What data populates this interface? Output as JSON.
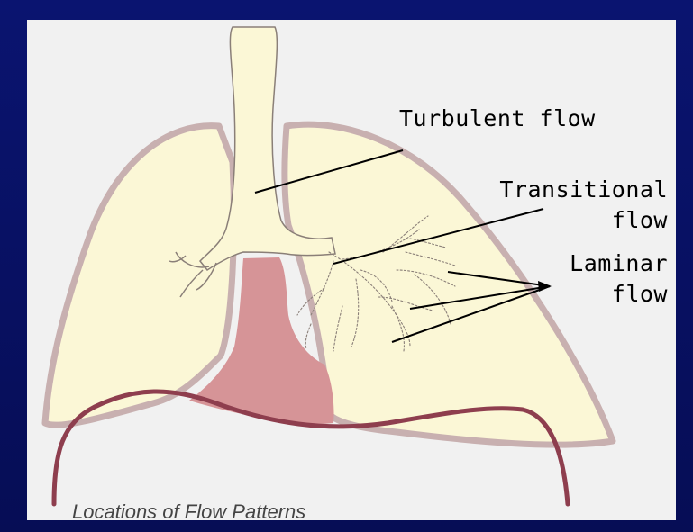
{
  "labels": {
    "turbulent_1": "Turbulent flow",
    "transitional_1": "Transitional",
    "transitional_2": "flow",
    "laminar_1": "Laminar",
    "laminar_2": "flow"
  },
  "caption": "Locations of Flow Patterns",
  "colors": {
    "background": "#07105e",
    "panel": "#f1f1f1",
    "lung_fill": "#fbf7d6",
    "lung_outline": "#c8b0b0",
    "heart": "#d69497",
    "diaphragm": "#8e3e4e"
  }
}
